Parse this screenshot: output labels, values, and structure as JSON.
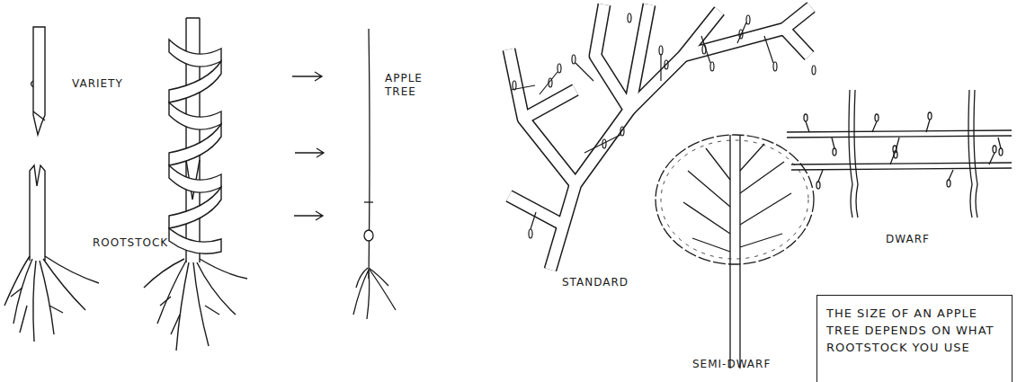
{
  "diagram": {
    "nodes": [
      {
        "text": [
          "THE SIZE OF AN APPLE TREE DEPENDS ON WHAT ROOTSTOCK YOU USE"
        ]
      }
    ],
    "labels": [
      "VARIETY",
      "ROOTSTOCK",
      "APPLE TREE",
      "STANDARD",
      "SEMI-DWARF",
      "DWARF"
    ]
  }
}
